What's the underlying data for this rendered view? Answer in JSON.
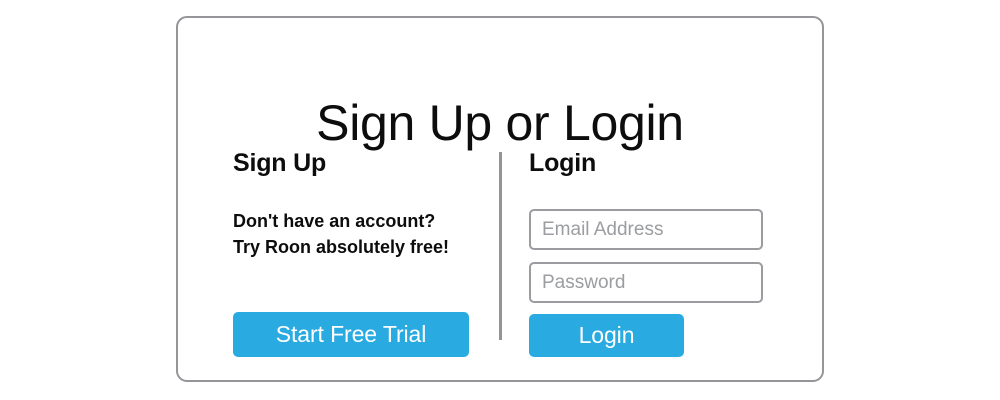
{
  "page": {
    "title": "Sign Up or Login",
    "background_color": "#ffffff"
  },
  "card": {
    "border_color": "#949699"
  },
  "theme": {
    "accent_color": "#29ABE2",
    "text_color": "#0d0d0d",
    "placeholder_color": "#9b9da0",
    "border_color": "#9a9c9f",
    "divider_color": "#929497"
  },
  "signup": {
    "heading": "Sign Up",
    "line1": "Don't have an account?",
    "line2": "Try Roon absolutely free!",
    "cta_label": "Start Free Trial"
  },
  "login": {
    "heading": "Login",
    "email_placeholder": "Email Address",
    "email_value": "",
    "password_placeholder": "Password",
    "password_value": "",
    "submit_label": "Login"
  }
}
